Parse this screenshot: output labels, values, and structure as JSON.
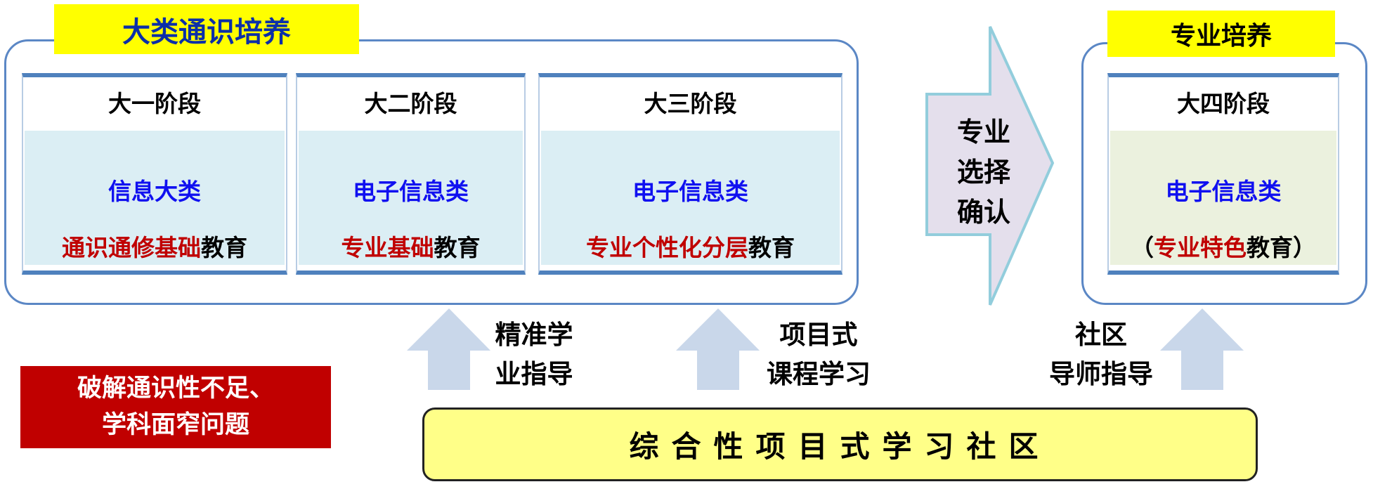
{
  "general": {
    "label": "大类通识培养",
    "stages": [
      {
        "title": "大一阶段",
        "line1": "信息大类",
        "line2_red": "通识通修基础",
        "line2_black": "教育"
      },
      {
        "title": "大二阶段",
        "line1": "电子信息类",
        "line2_red": "专业基础",
        "line2_black": "教育"
      },
      {
        "title": "大三阶段",
        "line1": "电子信息类",
        "line2_red": "专业个性化分层",
        "line2_black": "教育"
      }
    ]
  },
  "arrow": {
    "lines": [
      "专业",
      "选择",
      "确认"
    ]
  },
  "major": {
    "label": "专业培养",
    "stage": {
      "title": "大四阶段",
      "line1": "电子信息类",
      "open": "（",
      "line2_red": "专业特色",
      "line2_black": "教育",
      "close": "）"
    }
  },
  "supports": [
    {
      "line1": "精准学",
      "line2": "业指导"
    },
    {
      "line1": "项目式",
      "line2": "课程学习"
    },
    {
      "line1": "社区",
      "line2": "导师指导"
    }
  ],
  "problem": {
    "line1": "破解通识性不足、",
    "line2": "学科面窄问题"
  },
  "community": "综合性项目式学习社区",
  "colors": {
    "yellow": "#ffff00",
    "blue_text": "#1010f0",
    "red_text": "#c00000",
    "stage_fill": "#dbeef4",
    "stage4_fill": "#ebf1de",
    "problem_bg": "#c00000",
    "community_bg": "#ffff88",
    "up_arrow": "#c9d7ea"
  }
}
